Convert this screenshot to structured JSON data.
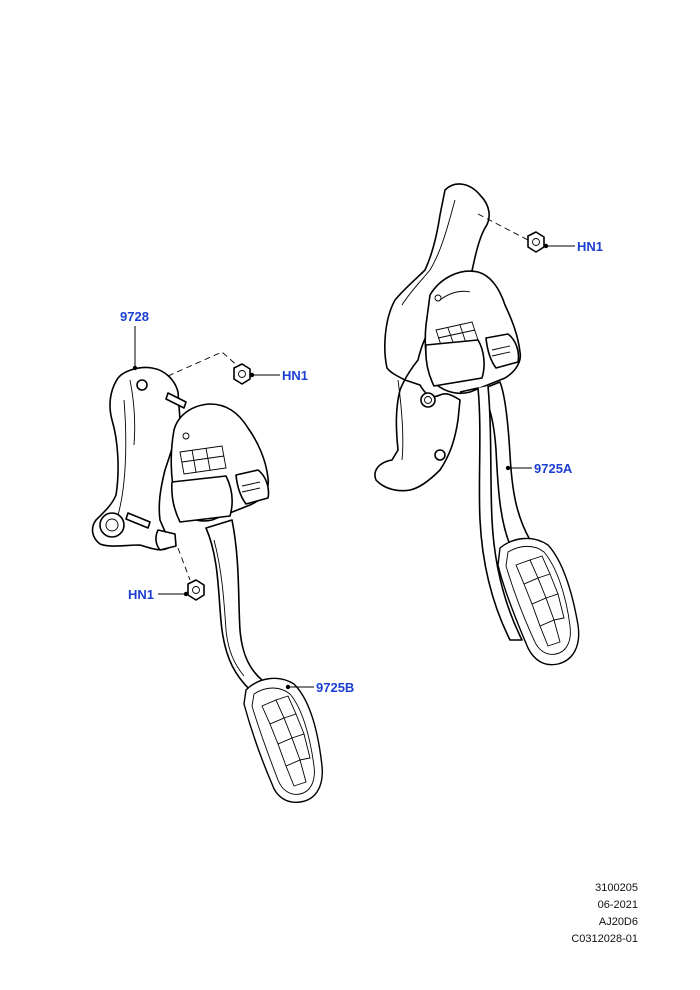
{
  "callouts": {
    "bracket": "9728",
    "nut_upper_left": "HN1",
    "nut_lower_left": "HN1",
    "nut_right": "HN1",
    "pedal_left": "9725B",
    "pedal_right": "9725A"
  },
  "meta": {
    "line1": "3100205",
    "line2": "06-2021",
    "line3": "AJ20D6",
    "line4": "C0312028-01"
  },
  "colors": {
    "callout_text": "#1b3fd1",
    "line_art": "#000000",
    "background": "#ffffff"
  }
}
